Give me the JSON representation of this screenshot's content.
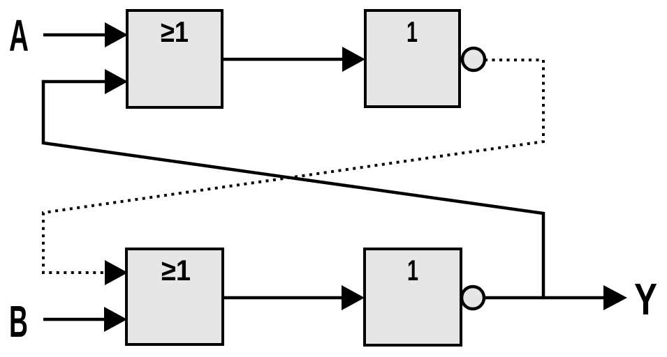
{
  "circuit": {
    "colors": {
      "background": "#ffffff",
      "line": "#000000",
      "gate_fill": "#e6e6e6"
    },
    "labels": {
      "input_a": "A",
      "input_b": "B",
      "output_y": "Y"
    },
    "gates": [
      {
        "name": "or-gate-top",
        "symbol": "≥1"
      },
      {
        "name": "inverter-top",
        "symbol": "1"
      },
      {
        "name": "or-gate-bottom",
        "symbol": "≥1"
      },
      {
        "name": "inverter-bottom",
        "symbol": "1"
      }
    ]
  }
}
